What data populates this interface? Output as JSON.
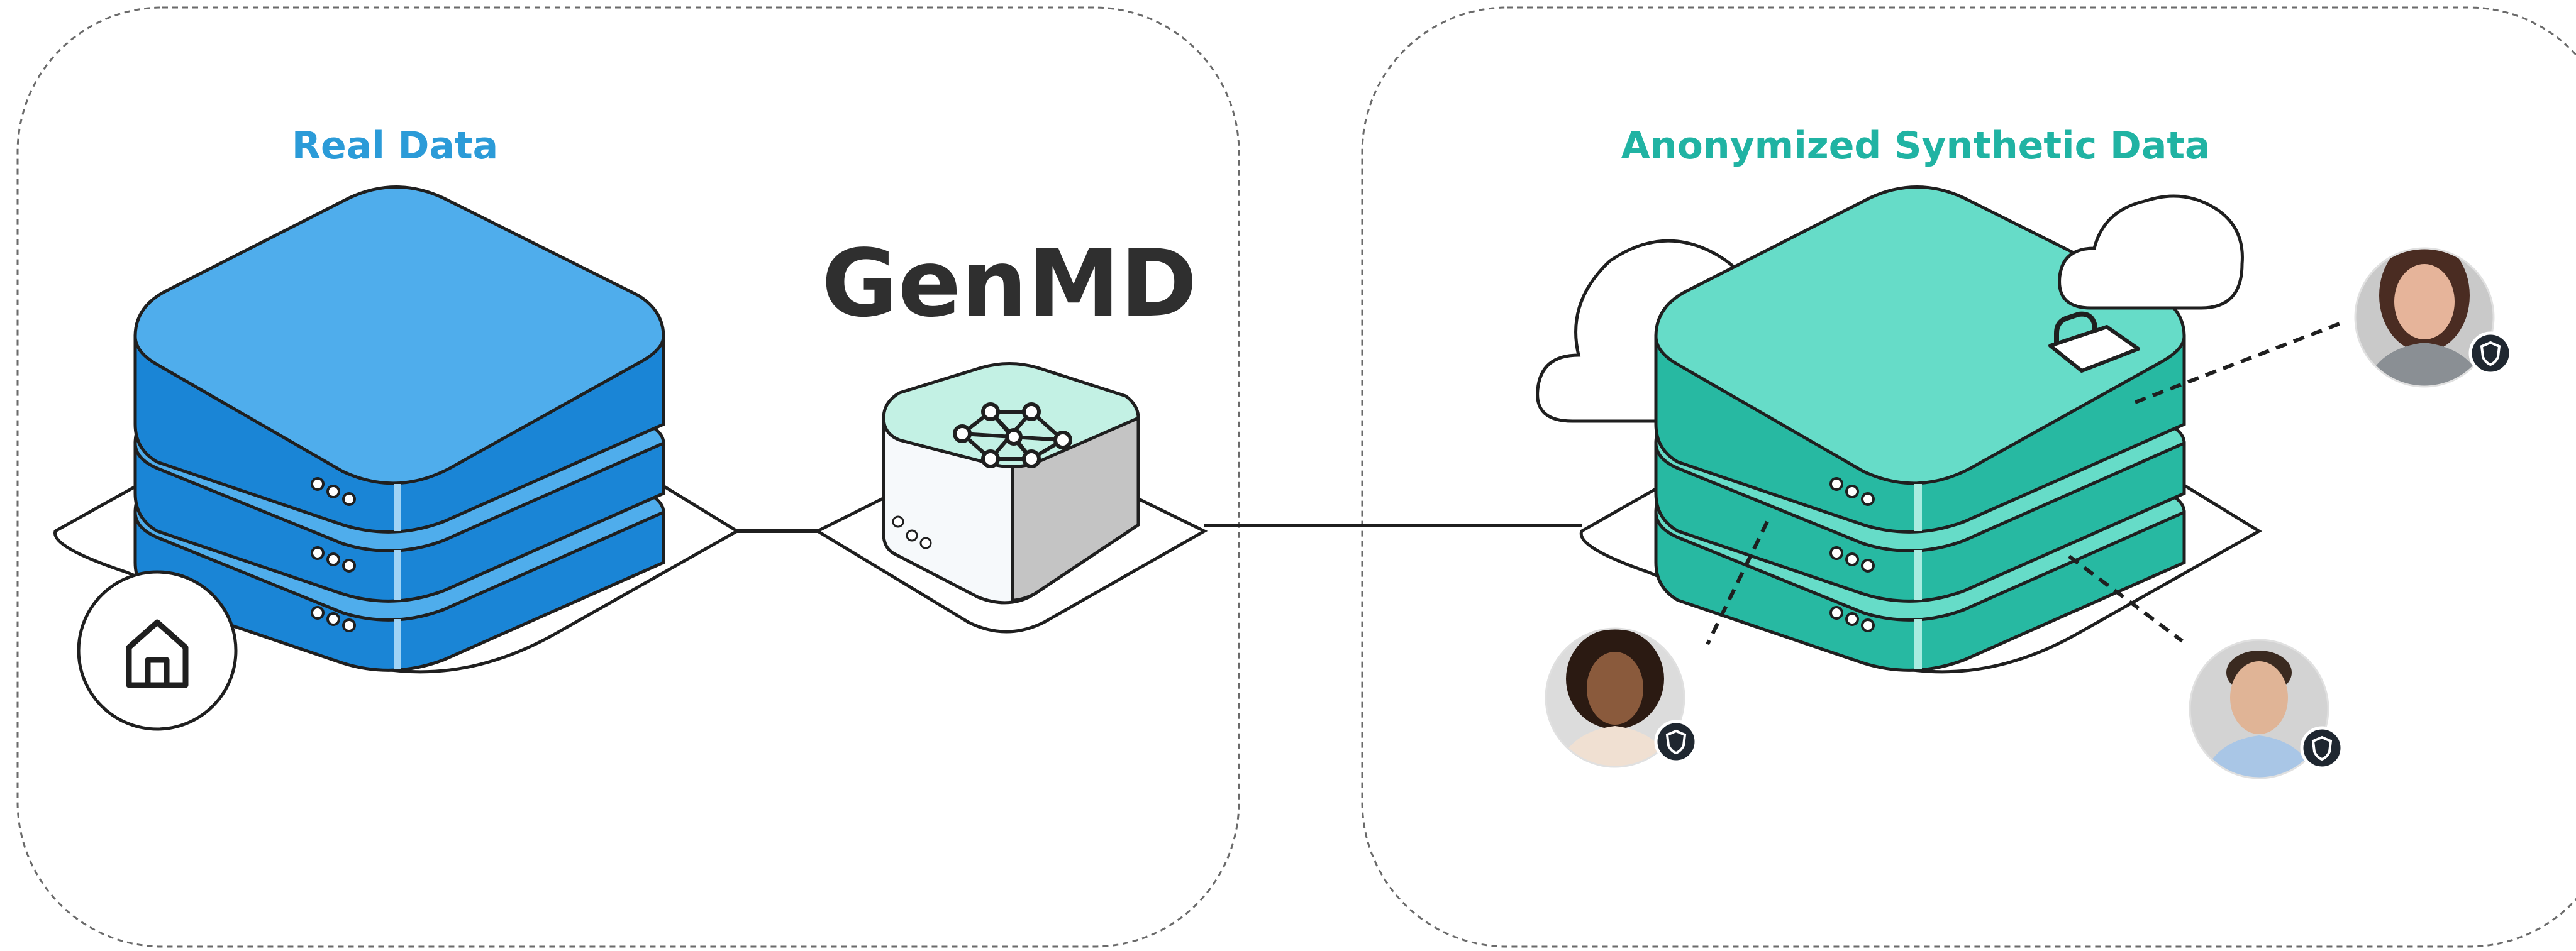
{
  "panels": {
    "left": {
      "title": "Real Data",
      "title_color": "#2b9bd8"
    },
    "right": {
      "title": "Anonymized Synthetic Data",
      "title_color": "#20b3a3"
    }
  },
  "center": {
    "title": "GenMD",
    "title_color": "#2f2f2f"
  },
  "colors": {
    "real_top": "#4fadec",
    "real_side": "#1a85d6",
    "synthetic_top": "#66dcc8",
    "synthetic_side": "#27b9a2",
    "node_top": "#c3f1e4",
    "node_side": "#c4c4c4",
    "outline": "#1f1f1f",
    "badge": "#1f2730"
  },
  "icons": {
    "home": "home-icon",
    "network": "neural-network-icon",
    "lock": "lock-icon",
    "shield": "shield-icon",
    "cloud": "cloud-icon",
    "avatar": "person-avatar"
  }
}
